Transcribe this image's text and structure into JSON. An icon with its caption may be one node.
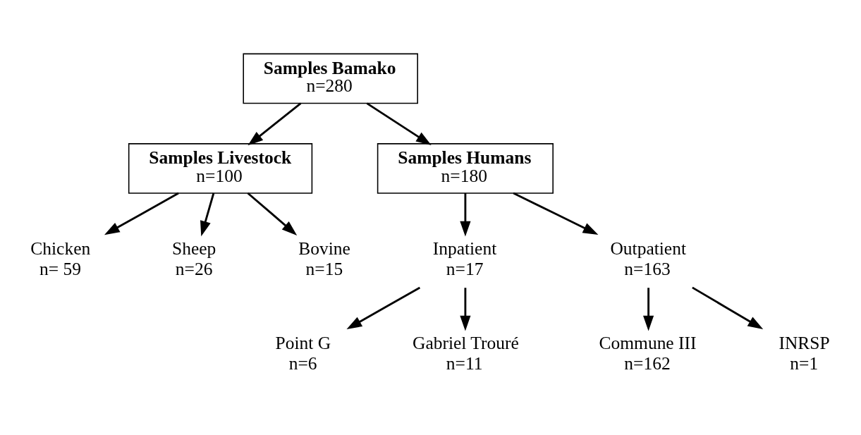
{
  "diagram": {
    "nodes": [
      {
        "text": [
          "Samples Bamako",
          "n=280"
        ]
      },
      {
        "text": [
          "Samples Livestock",
          "n=100"
        ]
      },
      {
        "text": [
          "Samples Humans",
          "n=180"
        ]
      },
      {
        "text": [
          "Chicken",
          "n= 59"
        ]
      },
      {
        "text": [
          "Sheep",
          "n=26"
        ]
      },
      {
        "text": [
          "Bovine",
          "n=15"
        ]
      },
      {
        "text": [
          "Inpatient",
          "n=17"
        ]
      },
      {
        "text": [
          "Outpatient",
          "n=163"
        ]
      },
      {
        "text": [
          "Point G",
          "n=6"
        ]
      },
      {
        "text": [
          "Gabriel Trouré",
          "n=11"
        ]
      },
      {
        "text": [
          "Commune III",
          "n=162"
        ]
      },
      {
        "text": [
          "INRSP",
          "n=1"
        ]
      }
    ],
    "edges": [
      {
        "from": 0,
        "to": 1,
        "arrow": "to"
      },
      {
        "from": 0,
        "to": 2,
        "arrow": "to"
      },
      {
        "from": 1,
        "to": 3,
        "arrow": "to"
      },
      {
        "from": 1,
        "to": 4,
        "arrow": "to"
      },
      {
        "from": 1,
        "to": 5,
        "arrow": "to"
      },
      {
        "from": 2,
        "to": 6,
        "arrow": "to"
      },
      {
        "from": 2,
        "to": 7,
        "arrow": "to"
      },
      {
        "from": 6,
        "to": 8,
        "arrow": "to"
      },
      {
        "from": 6,
        "to": 9,
        "arrow": "to"
      },
      {
        "from": 7,
        "to": 10,
        "arrow": "to"
      },
      {
        "from": 7,
        "to": 11,
        "arrow": "to"
      }
    ]
  }
}
